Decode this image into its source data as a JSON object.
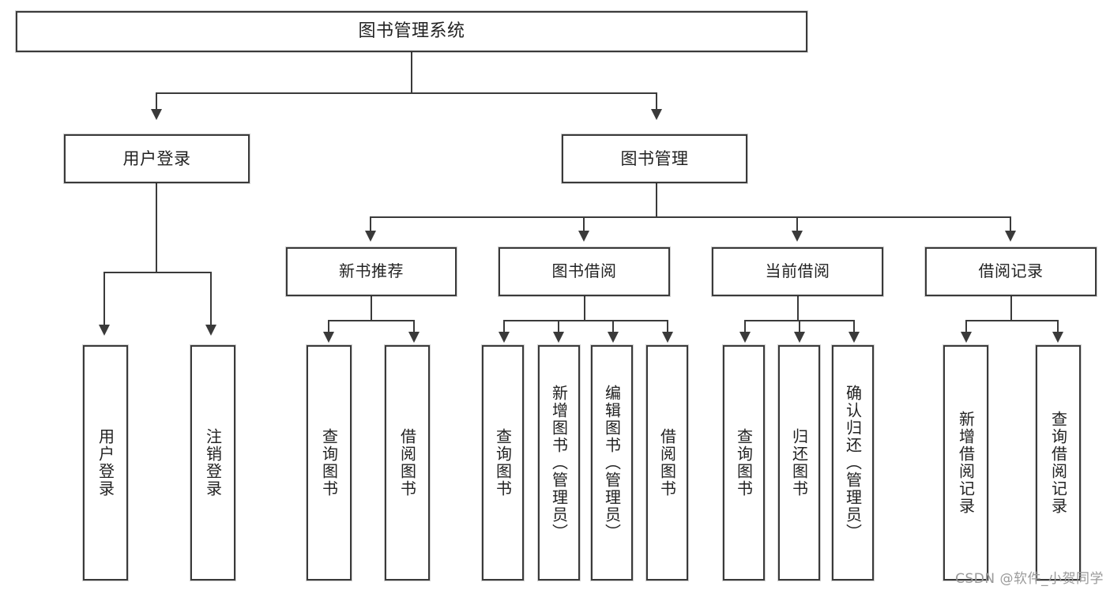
{
  "diagram": {
    "title": "图书管理系统",
    "type": "功能结构图",
    "root": {
      "label": "图书管理系统"
    },
    "level1": [
      {
        "label": "用户登录"
      },
      {
        "label": "图书管理"
      }
    ],
    "level2": [
      {
        "label": "新书推荐"
      },
      {
        "label": "图书借阅"
      },
      {
        "label": "当前借阅"
      },
      {
        "label": "借阅记录"
      }
    ],
    "leaves": {
      "user_login": [
        {
          "label": "用户登录"
        },
        {
          "label": "注销登录"
        }
      ],
      "new_book_recommend": [
        {
          "label": "查询图书"
        },
        {
          "label": "借阅图书"
        }
      ],
      "book_borrow": [
        {
          "label": "查询图书"
        },
        {
          "label": "新增图书（管理员）"
        },
        {
          "label": "编辑图书（管理员）"
        },
        {
          "label": "借阅图书"
        }
      ],
      "current_borrow": [
        {
          "label": "查询图书"
        },
        {
          "label": "归还图书"
        },
        {
          "label": "确认归还（管理员）"
        }
      ],
      "borrow_record": [
        {
          "label": "新增借阅记录"
        },
        {
          "label": "查询借阅记录"
        }
      ]
    },
    "watermark": "CSDN @软件_小贺同学",
    "colors": {
      "stroke": "#3a3a3a",
      "fill": "#ffffff",
      "text": "#222222",
      "watermark": "#9a9a9a"
    }
  }
}
